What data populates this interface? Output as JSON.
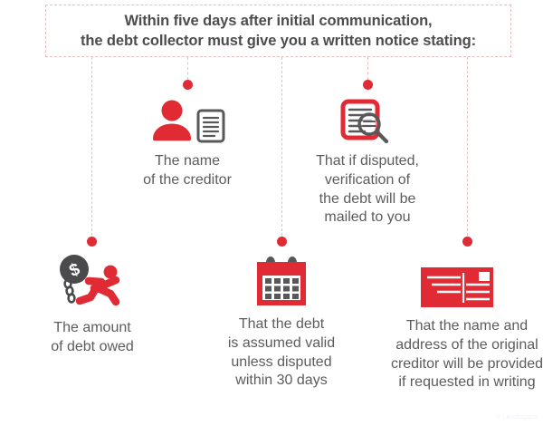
{
  "header": {
    "line1": "Within five days after initial communication,",
    "line2": "the debt collector must give you a written notice stating:"
  },
  "colors": {
    "red": "#e02b35",
    "gray_text": "#5c5c5e",
    "gray_icon": "#58585a",
    "dash_border": "#e8bfc0"
  },
  "items": [
    {
      "id": "creditor-name",
      "icon": "person-and-document-icon",
      "caption": "The name\nof the creditor"
    },
    {
      "id": "debt-verification",
      "icon": "document-magnifier-icon",
      "caption": "That if disputed,\nverification of\nthe debt will be\nmailed to you"
    },
    {
      "id": "debt-amount",
      "icon": "runner-ball-and-chain-icon",
      "caption": "The amount\nof debt owed"
    },
    {
      "id": "debt-assumed-valid",
      "icon": "calendar-icon",
      "caption": "That the debt\nis assumed valid\nunless disputed\nwithin 30 days"
    },
    {
      "id": "original-creditor-address",
      "icon": "envelope-icon",
      "caption": "That the name and\naddress of the original\ncreditor will be provided\nif requested in writing"
    }
  ],
  "watermark": "© Lendingqus"
}
